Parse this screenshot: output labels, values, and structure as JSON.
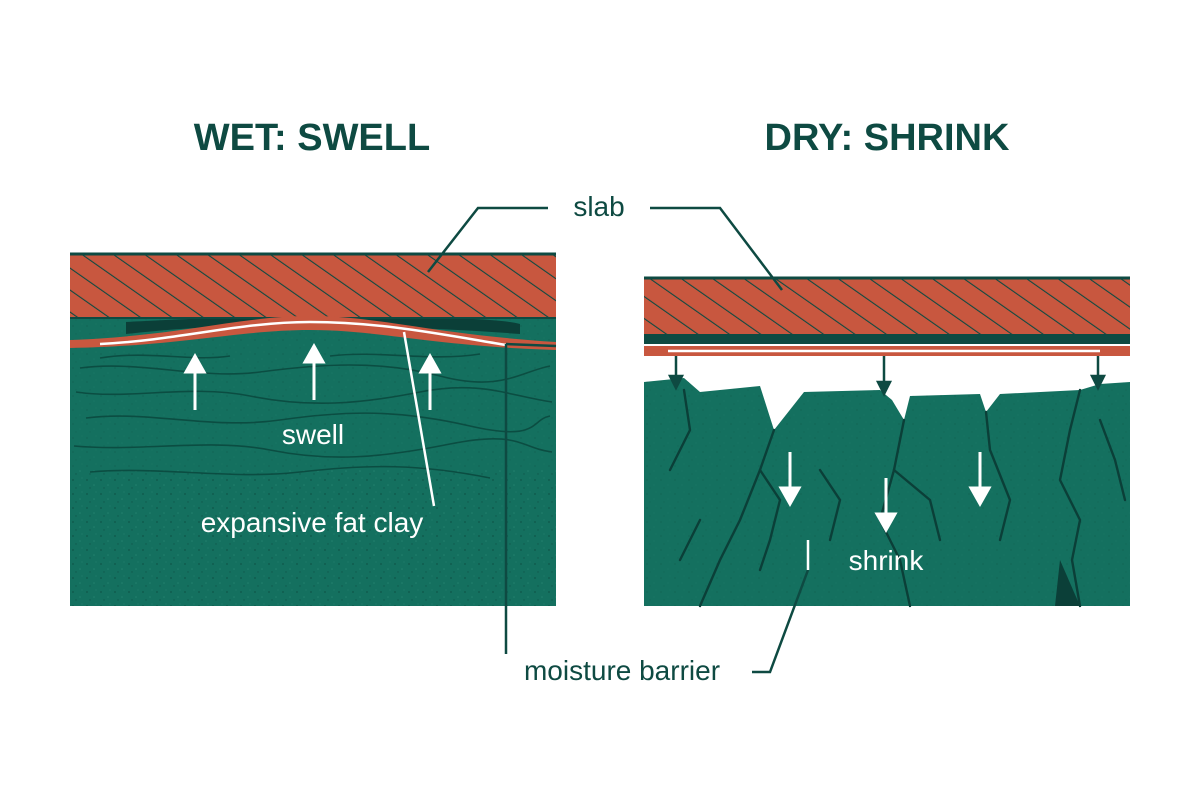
{
  "titles": {
    "wet": "WET: SWELL",
    "dry": "DRY: SHRINK"
  },
  "labels": {
    "slab": "slab",
    "swell": "swell",
    "clay": "expansive fat clay",
    "shrink": "shrink",
    "barrier": "moisture barrier"
  },
  "colors": {
    "dark": "#0e4a42",
    "soil": "#14705f",
    "soil_shade": "#0f5f50",
    "slab": "#c8573f",
    "barrier": "#c8573f",
    "background": "#ffffff"
  }
}
